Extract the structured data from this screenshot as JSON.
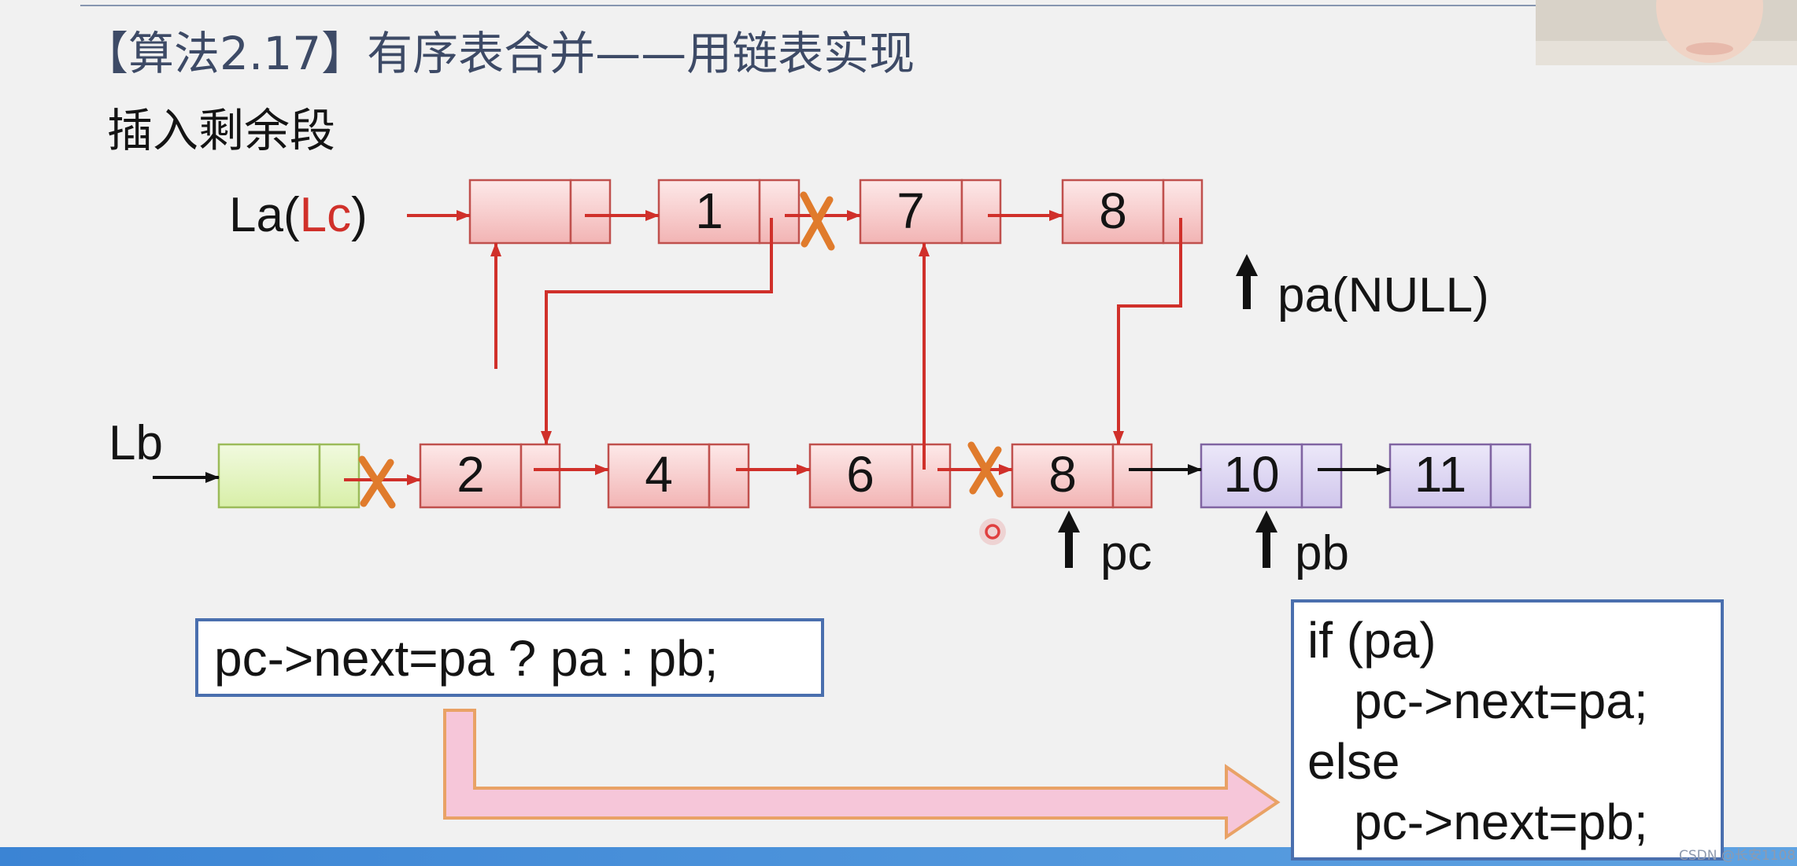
{
  "slide": {
    "title": "【算法2.17】有序表合并——用链表实现",
    "subtitle": "插入剩余段",
    "watermark": "CSDN @长安1108"
  },
  "list_a": {
    "label_name": "La(",
    "label_alias": "Lc",
    "label_close": ")",
    "values": [
      "1",
      "7",
      "8"
    ]
  },
  "list_b": {
    "label": "Lb",
    "values": [
      "2",
      "4",
      "6",
      "8",
      "10",
      "11"
    ]
  },
  "pointers": {
    "pa": "pa(NULL)",
    "pc": "pc",
    "pb": "pb"
  },
  "code": {
    "ternary": "pc->next=pa ? pa : pb;",
    "if_else": [
      "if (pa)",
      "pc->next=pa;",
      "else",
      "pc->next=pb;"
    ]
  },
  "colors": {
    "title": "#3d4a66",
    "alias_red": "#d0302a",
    "link_red": "#d0302a",
    "link_black": "#111111",
    "cut_mark": "#e07b2c",
    "node_pink": "#f2b4b4",
    "node_green": "#d8efa8",
    "node_purple": "#d0c6ec",
    "code_box_border": "#4a6fae",
    "transform_arrow": "#f6c6d9",
    "transform_arrow_border": "#e9a266",
    "player_bar": "#3b84d4"
  }
}
